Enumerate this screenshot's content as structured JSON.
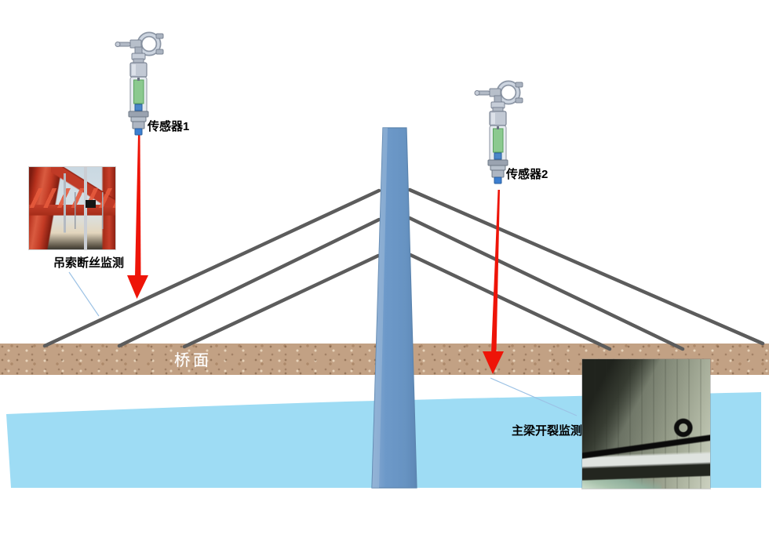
{
  "labels": {
    "sensor1": "传感器1",
    "sensor2": "传感器2",
    "bridge_deck": "桥面",
    "cable_monitoring": "吊索断丝监测",
    "girder_monitoring": "主梁开裂监测"
  },
  "icons": {
    "sensor1": "laser-sensor-icon",
    "sensor2": "laser-sensor-icon",
    "arrow1": "red-down-arrow",
    "arrow2": "red-down-arrow",
    "photo1": "red-arch-bridge-suspender-photo",
    "photo2": "concrete-box-girder-photo"
  },
  "colors": {
    "deck": "#c2a184",
    "water": "#9edcf4",
    "tower": "#6d99c9",
    "tower-edge": "#5b84ae",
    "cable": "#5c5c5c",
    "arrow": "#ee1408",
    "leader": "#9cc2e5",
    "sensor-green": "#8bc98f",
    "sensor-blue": "#3d7fd0",
    "label": "#000000",
    "deck-label": "#ffffff"
  }
}
